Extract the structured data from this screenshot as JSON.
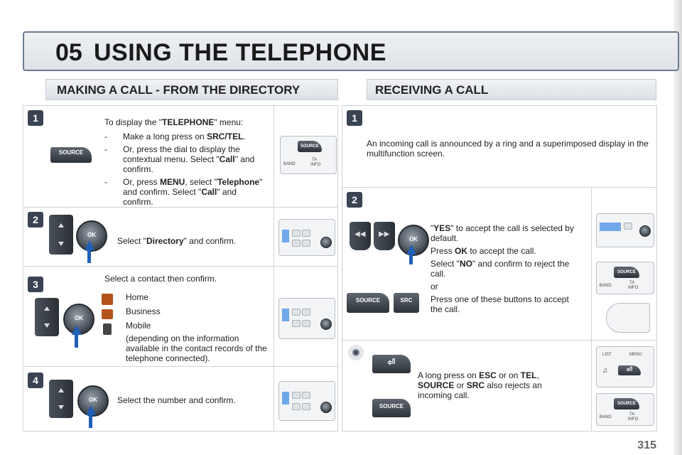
{
  "header": {
    "chapter": "05",
    "title": "USING THE TELEPHONE"
  },
  "left_section": {
    "title": "MAKING A CALL - FROM THE DIRECTORY",
    "steps": [
      {
        "num": "1",
        "intro_pre": "To display the \"",
        "intro_bold": "TELEPHONE",
        "intro_post": "\" menu:",
        "items": [
          {
            "dash": "-",
            "pre": "Make a long press on ",
            "bold": "SRC/TEL",
            "post": "."
          },
          {
            "dash": "-",
            "pre": "Or, press the dial to display the contextual menu. Select \"",
            "bold": "Call",
            "post": "\" and confirm."
          },
          {
            "dash": "-",
            "pre": "Or, press ",
            "bold": "MENU",
            "mid": ", select \"",
            "bold2": "Telephone",
            "mid2": "\" and confirm. Select \"",
            "bold3": "Call",
            "post": "\" and confirm."
          }
        ],
        "button_label": "SOURCE"
      },
      {
        "num": "2",
        "pre": "Select \"",
        "bold": "Directory",
        "post": "\" and confirm.",
        "ok_label": "OK"
      },
      {
        "num": "3",
        "intro": "Select a contact then confirm.",
        "options": [
          "Home",
          "Business",
          "Mobile"
        ],
        "note": "(depending on the information available in the contact records of the telephone connected).",
        "ok_label": "OK"
      },
      {
        "num": "4",
        "text": "Select the number and confirm.",
        "ok_label": "OK"
      }
    ]
  },
  "right_section": {
    "title": "RECEIVING A CALL",
    "steps": [
      {
        "num": "1",
        "text": "An incoming call is announced by a ring and a superimposed display in the multifunction screen."
      },
      {
        "num": "2",
        "l1_pre": "\"",
        "l1_bold": "YES",
        "l1_post": "\" to accept the call is selected by default.",
        "l2_pre": "Press ",
        "l2_bold": "OK",
        "l2_post": " to accept the call.",
        "l3_pre": "Select \"",
        "l3_bold": "NO",
        "l3_post": "\" and confirm to reject the call.",
        "l4": "or",
        "l5": "Press one of these buttons to accept the call.",
        "ok_label": "OK",
        "source_label": "SOURCE",
        "src_label": "SRC"
      },
      {
        "pre": "A long press on ",
        "b1": "ESC",
        "m1": " or on ",
        "b2": "TEL",
        "m2": ", ",
        "b3": "SOURCE",
        "m3": " or ",
        "b4": "SRC",
        "post": " also rejects an incoming call.",
        "source_label": "SOURCE"
      }
    ]
  },
  "console": {
    "source": "SOURCE",
    "band": "BAND",
    "ta": "TA",
    "info": "INFO",
    "list": "LIST",
    "menu": "MENU"
  },
  "page_number": "315"
}
